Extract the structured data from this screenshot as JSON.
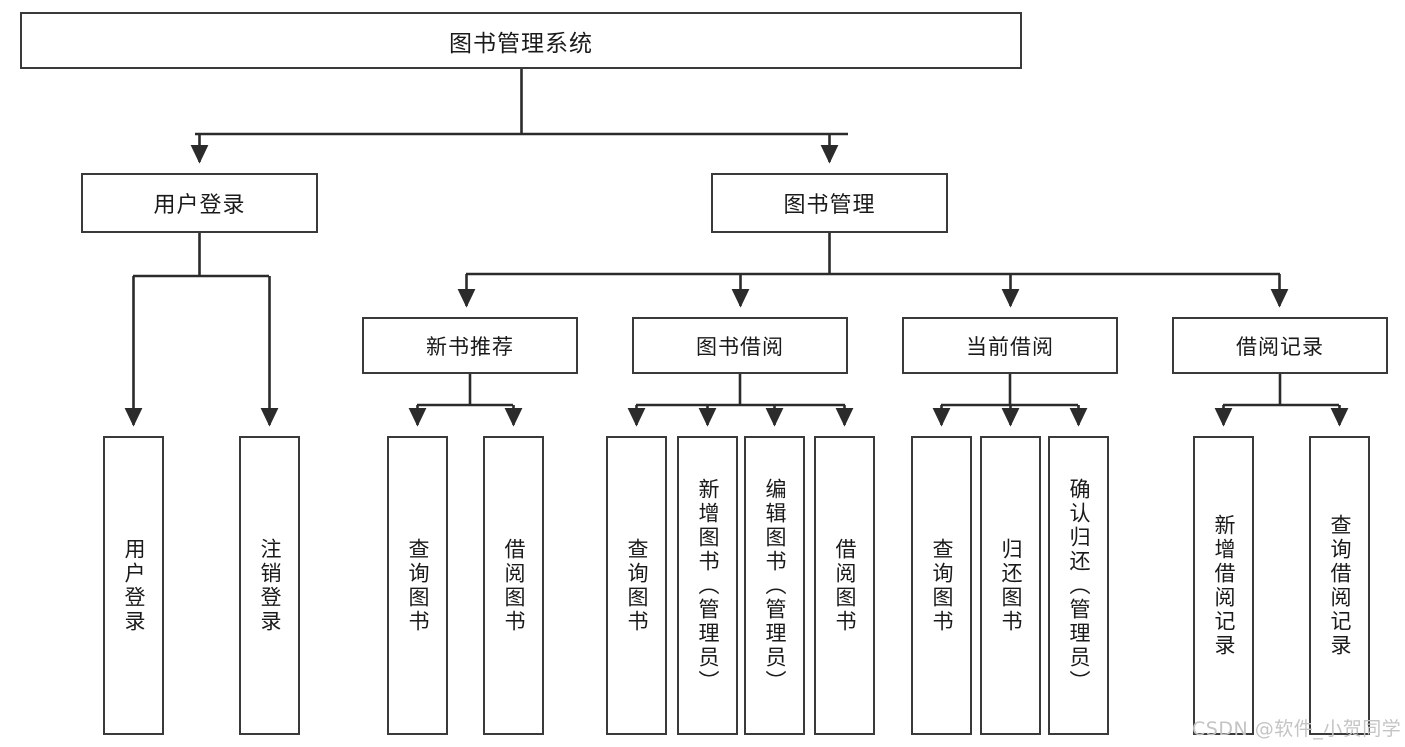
{
  "diagram": {
    "title": "图书管理系统",
    "type": "tree-hierarchy",
    "root": {
      "id": "root",
      "label": "图书管理系统"
    },
    "level2": [
      {
        "id": "user-login",
        "label": "用户登录"
      },
      {
        "id": "book-management",
        "label": "图书管理"
      }
    ],
    "level3": [
      {
        "id": "new-book-recommend",
        "label": "新书推荐",
        "parent": "book-management"
      },
      {
        "id": "book-borrow",
        "label": "图书借阅",
        "parent": "book-management"
      },
      {
        "id": "current-borrow",
        "label": "当前借阅",
        "parent": "book-management"
      },
      {
        "id": "borrow-record",
        "label": "借阅记录",
        "parent": "book-management"
      }
    ],
    "leaves": [
      {
        "id": "leaf-user-login",
        "label": "用户登录",
        "parent": "user-login"
      },
      {
        "id": "leaf-logout-login",
        "label": "注销登录",
        "parent": "user-login"
      },
      {
        "id": "leaf-query-book-1",
        "label": "查询图书",
        "parent": "new-book-recommend"
      },
      {
        "id": "leaf-borrow-book-1",
        "label": "借阅图书",
        "parent": "new-book-recommend"
      },
      {
        "id": "leaf-query-book-2",
        "label": "查询图书",
        "parent": "book-borrow"
      },
      {
        "id": "leaf-add-book",
        "label": "新增图书（管理员）",
        "parent": "book-borrow"
      },
      {
        "id": "leaf-edit-book",
        "label": "编辑图书（管理员）",
        "parent": "book-borrow"
      },
      {
        "id": "leaf-borrow-book-2",
        "label": "借阅图书",
        "parent": "book-borrow"
      },
      {
        "id": "leaf-query-book-3",
        "label": "查询图书",
        "parent": "current-borrow"
      },
      {
        "id": "leaf-return-book",
        "label": "归还图书",
        "parent": "current-borrow"
      },
      {
        "id": "leaf-confirm-return",
        "label": "确认归还（管理员）",
        "parent": "current-borrow"
      },
      {
        "id": "leaf-add-record",
        "label": "新增借阅记录",
        "parent": "borrow-record"
      },
      {
        "id": "leaf-query-record",
        "label": "查询借阅记录",
        "parent": "borrow-record"
      }
    ],
    "colors": {
      "box_border": "#3a3a3a",
      "box_fill": "#ffffff",
      "connector": "#2b2b2b",
      "text": "#1a1a1a",
      "watermark": "#c4c4c4",
      "background": "#ffffff"
    }
  },
  "watermark": {
    "text": "CSDN @软件_小贺同学"
  }
}
